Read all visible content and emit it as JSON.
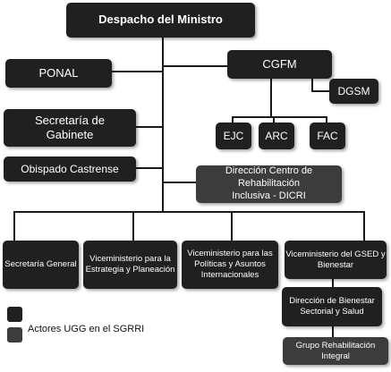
{
  "colors": {
    "box_dark": "#202020",
    "box_medium": "#3c3c3c",
    "connector": "#1a1a1a",
    "text": "#ffffff"
  },
  "nodes": {
    "minister": "Despacho del Ministro",
    "ponal": "PONAL",
    "cgfm": "CGFM",
    "dgsm": "DGSM",
    "ejc": "EJC",
    "arc": "ARC",
    "fac": "FAC",
    "secretaria_gabinete": "Secretaría de\nGabinete",
    "obispado": "Obispado Castrense",
    "dicri": "Dirección Centro de Rehabilitación\nInclusiva - DICRI",
    "secretaria_general": "Secretaría General",
    "vice_estrategia": "Viceministerio para la\nEstrategia y Planeación",
    "vice_politicas": "Viceministerio para las\nPolíticas y Asuntos\nInternacionales",
    "vice_gsed": "Viceministerio del GSED y\nBienestar",
    "direccion_bienestar": "Dirección de Bienestar\nSectorial y Salud",
    "grupo_rehabilitacion": "Grupo Rehabilitación Integral"
  },
  "legend": {
    "label": "Actores UGG en el SGRRI"
  }
}
